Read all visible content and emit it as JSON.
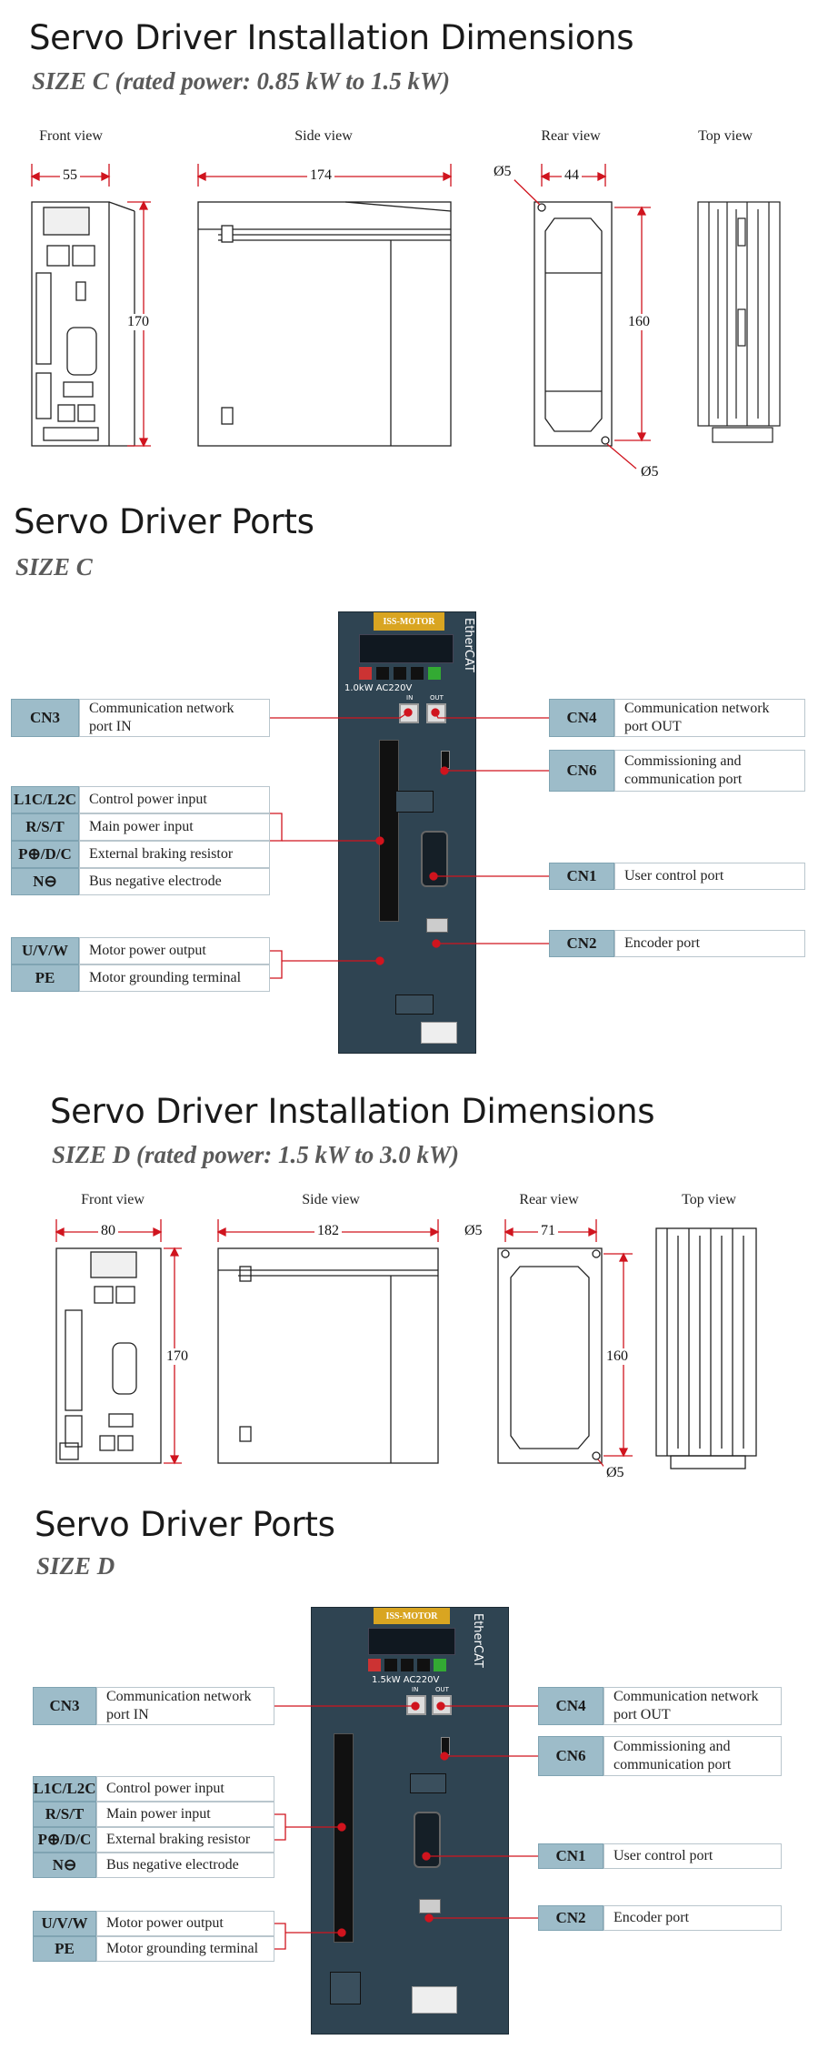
{
  "size_c_dimensions": {
    "title": "Servo Driver Installation Dimensions",
    "subtitle": "SIZE C (rated power: 0.85 kW to 1.5 kW)",
    "views": {
      "front": "Front view",
      "side": "Side view",
      "rear": "Rear view",
      "top": "Top view"
    },
    "dims": {
      "front_width": "55",
      "height": "170",
      "side_depth": "174",
      "rear_hole": "Ø5",
      "rear_pitch": "44",
      "rear_height": "160",
      "rear_hole_bottom": "Ø5"
    }
  },
  "size_c_ports": {
    "title": "Servo Driver Ports",
    "subtitle": "SIZE C",
    "device": {
      "brand": "ISS-MOTOR",
      "vertical_brand": "EtherCAT",
      "rating": "1.0kW  AC220V",
      "in_label": "IN",
      "out_label": "OUT"
    },
    "left": [
      {
        "code": "CN3",
        "desc": "Communication network port IN"
      },
      {
        "code": "L1C/L2C",
        "desc": "Control power input"
      },
      {
        "code": "R/S/T",
        "desc": "Main power input"
      },
      {
        "code": "P⊕/D/C",
        "desc": "External braking resistor"
      },
      {
        "code": "N⊖",
        "desc": "Bus negative electrode"
      },
      {
        "code": "U/V/W",
        "desc": "Motor power output"
      },
      {
        "code": "PE",
        "desc": "Motor grounding terminal"
      }
    ],
    "right": [
      {
        "code": "CN4",
        "desc": "Communication network port OUT"
      },
      {
        "code": "CN6",
        "desc": "Commissioning and communication port"
      },
      {
        "code": "CN1",
        "desc": "User control port"
      },
      {
        "code": "CN2",
        "desc": "Encoder port"
      }
    ]
  },
  "size_d_dimensions": {
    "title": "Servo Driver Installation Dimensions",
    "subtitle": "SIZE D (rated power: 1.5 kW to 3.0 kW)",
    "views": {
      "front": "Front view",
      "side": "Side view",
      "rear": "Rear view",
      "top": "Top view"
    },
    "dims": {
      "front_width": "80",
      "height": "170",
      "side_depth": "182",
      "rear_hole": "Ø5",
      "rear_pitch": "71",
      "rear_height": "160",
      "rear_hole_bottom": "Ø5"
    }
  },
  "size_d_ports": {
    "title": "Servo Driver Ports",
    "subtitle": "SIZE D",
    "device": {
      "brand": "ISS-MOTOR",
      "vertical_brand": "EtherCAT",
      "rating": "1.5kW  AC220V",
      "in_label": "IN",
      "out_label": "OUT"
    },
    "left": [
      {
        "code": "CN3",
        "desc": "Communication network port IN"
      },
      {
        "code": "L1C/L2C",
        "desc": "Control power input"
      },
      {
        "code": "R/S/T",
        "desc": "Main power input"
      },
      {
        "code": "P⊕/D/C",
        "desc": "External braking resistor"
      },
      {
        "code": "N⊖",
        "desc": "Bus negative electrode"
      },
      {
        "code": "U/V/W",
        "desc": "Motor power output"
      },
      {
        "code": "PE",
        "desc": "Motor grounding terminal"
      }
    ],
    "right": [
      {
        "code": "CN4",
        "desc": "Communication network port OUT"
      },
      {
        "code": "CN6",
        "desc": "Commissioning and communication port"
      },
      {
        "code": "CN1",
        "desc": "User control port"
      },
      {
        "code": "CN2",
        "desc": "Encoder port"
      }
    ]
  },
  "colors": {
    "accent_red": "#d0141e",
    "code_bg": "#9dbcc9",
    "device_body": "#2f4452",
    "brand_gold": "#d9a521"
  }
}
